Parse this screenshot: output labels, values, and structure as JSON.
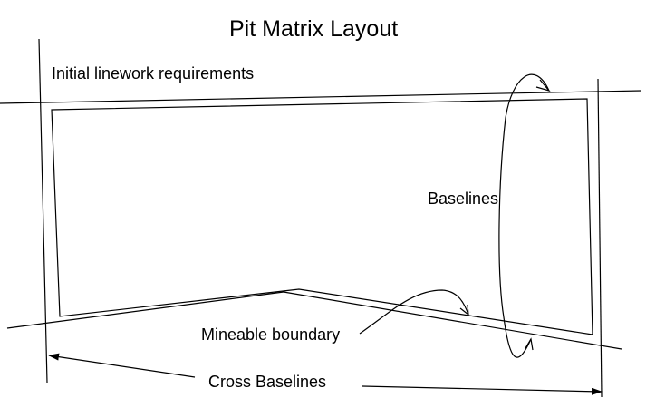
{
  "title": "Pit Matrix Layout",
  "labels": {
    "initial_linework": "Initial linework requirements",
    "baselines": "Baselines",
    "mineable_boundary": "Mineable boundary",
    "cross_baselines": "Cross Baselines"
  },
  "colors": {
    "background": "#ffffff",
    "ink": "#000000"
  }
}
